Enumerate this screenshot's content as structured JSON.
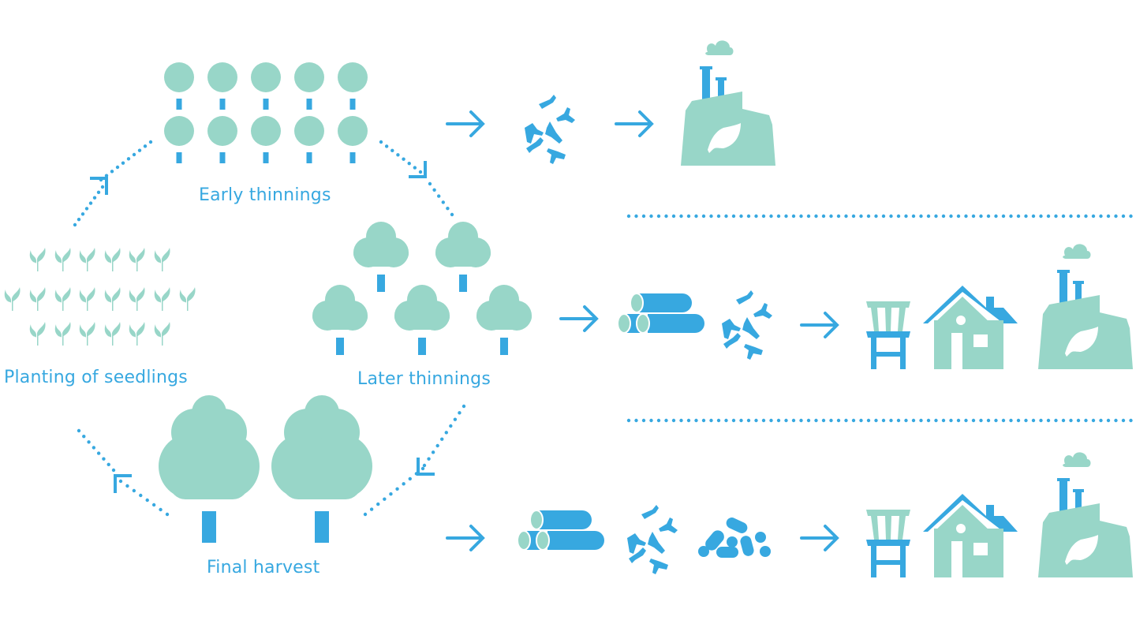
{
  "title": "Forest management cycle and wood product uses",
  "colors": {
    "mint": "#98D6C8",
    "blue": "#37A8E0",
    "background": "#FFFFFF"
  },
  "cycle": {
    "stages": [
      {
        "id": "early",
        "label": "Early thinnings",
        "icon": "round-tree-icon",
        "tree_count": 10
      },
      {
        "id": "later",
        "label": "Later thinnings",
        "icon": "cloud-tree-icon",
        "tree_count": 5
      },
      {
        "id": "final",
        "label": "Final harvest",
        "icon": "large-tree-icon",
        "tree_count": 2
      },
      {
        "id": "seedlings",
        "label": "Planting of seedlings",
        "icon": "seedling-icon",
        "tree_count": 20
      }
    ],
    "flow_direction": "clockwise"
  },
  "rows": [
    {
      "stage": "Early thinnings",
      "materials": [
        "wood-chips-icon"
      ],
      "products": [
        "bio-factory-icon"
      ]
    },
    {
      "stage": "Later thinnings",
      "materials": [
        "logs-icon",
        "wood-chips-icon"
      ],
      "products": [
        "chair-icon",
        "house-icon",
        "bio-factory-icon"
      ]
    },
    {
      "stage": "Final harvest",
      "materials": [
        "logs-icon",
        "wood-chips-icon",
        "pellets-icon"
      ],
      "products": [
        "chair-icon",
        "house-icon",
        "bio-factory-icon"
      ]
    }
  ]
}
